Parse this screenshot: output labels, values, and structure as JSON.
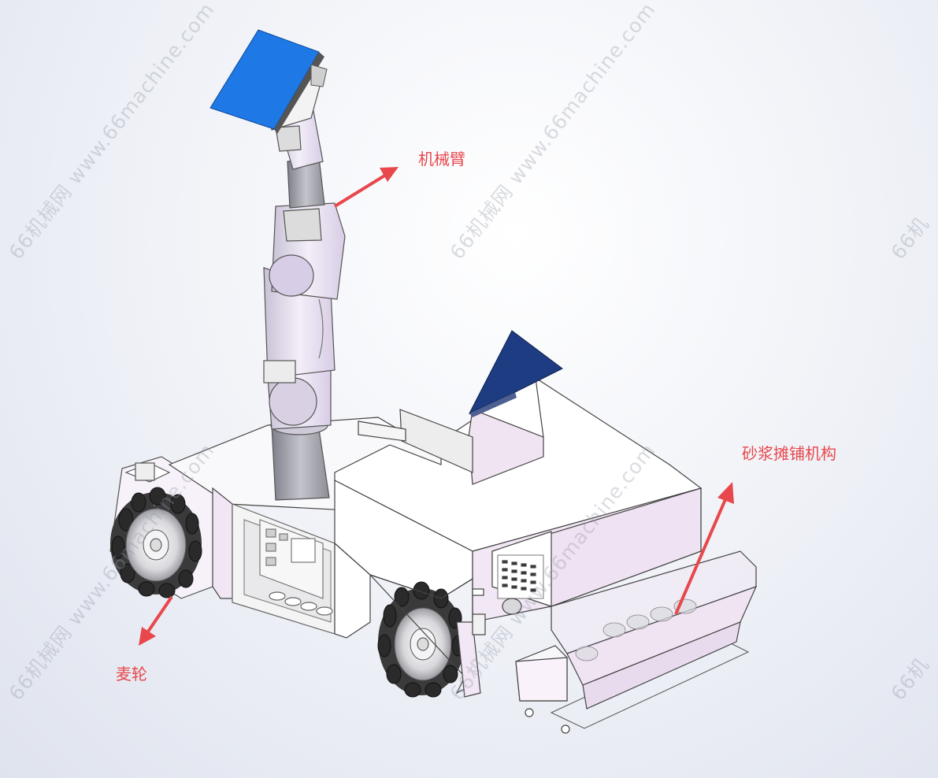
{
  "labels": {
    "robot_arm": "机械臂",
    "mortar_mechanism": "砂浆摊铺机构",
    "mecanum_wheel": "麦轮"
  },
  "watermark": {
    "text": "66机械网 www.66machine.com",
    "partial_text": "66机"
  },
  "colors": {
    "label": "#e8474c",
    "arm_body": "#e6dcf0",
    "panel_blue": "#1e78e6",
    "panel_dark_blue": "#1e3c82",
    "wheel_dark": "#2a2a2a"
  }
}
